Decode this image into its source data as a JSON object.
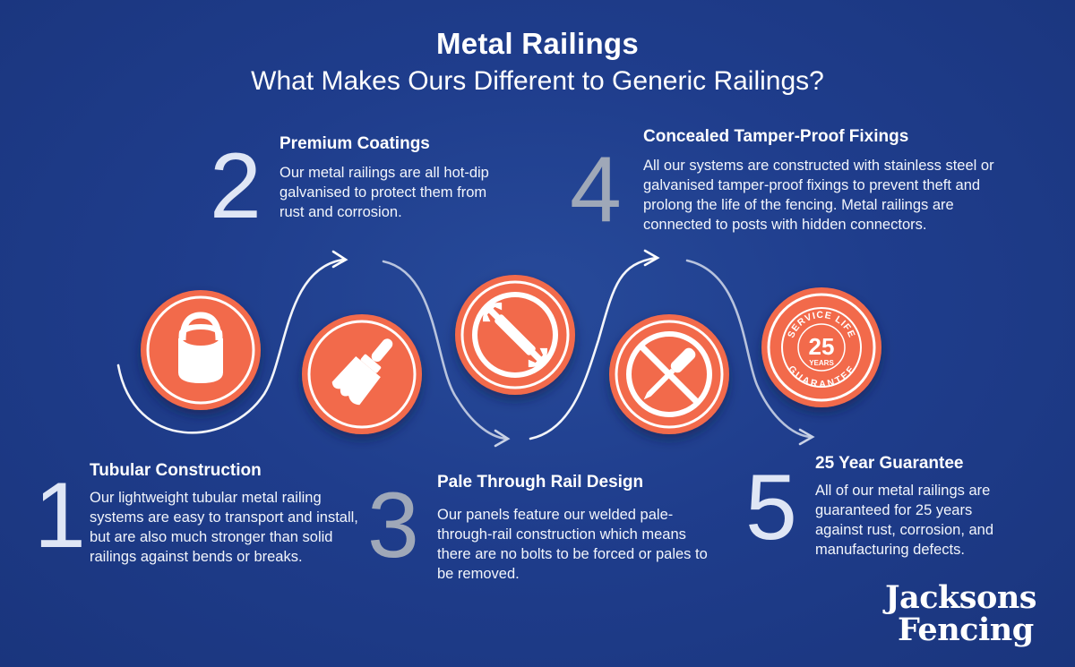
{
  "title": "Metal Railings",
  "subtitle": "What Makes Ours Different to Generic Railings?",
  "colors": {
    "background": "#1f3d8c",
    "badge": "#f26a4b",
    "badge_ring": "#ffffff",
    "arrow": "#ffffff"
  },
  "steps": [
    {
      "number": "1",
      "heading": "Tubular Construction",
      "text": "Our lightweight tubular metal railing systems are easy to transport and install, but are also much stronger than solid railings against bends or breaks.",
      "icon": "tube-icon"
    },
    {
      "number": "2",
      "heading": "Premium Coatings",
      "text": "Our metal railings are all hot-dip galvanised to protect them from rust and corrosion.",
      "icon": "paintbrush-icon"
    },
    {
      "number": "3",
      "heading": "Pale Through Rail Design",
      "text": "Our panels feature our welded pale-through-rail construction which means there are no bolts to be forced or pales to be removed.",
      "icon": "no-wrench-icon"
    },
    {
      "number": "4",
      "heading": "Concealed Tamper-Proof Fixings",
      "text": "All our systems are constructed with stainless steel or galvanised tamper-proof fixings to prevent theft and prolong the life of the fencing. Metal railings are connected to posts with hidden connectors.",
      "icon": "no-screwdriver-icon"
    },
    {
      "number": "5",
      "heading": "25 Year Guarantee",
      "text": "All of our metal railings are guaranteed for 25 years against rust, corrosion, and manufacturing defects.",
      "icon": "guarantee-seal-icon"
    }
  ],
  "seal": {
    "top_text": "SERVICE LIFE",
    "number": "25",
    "unit": "YEARS",
    "bottom_text": "GUARANTEE"
  },
  "logo": {
    "line1": "Jacksons",
    "line2": "Fencing"
  }
}
